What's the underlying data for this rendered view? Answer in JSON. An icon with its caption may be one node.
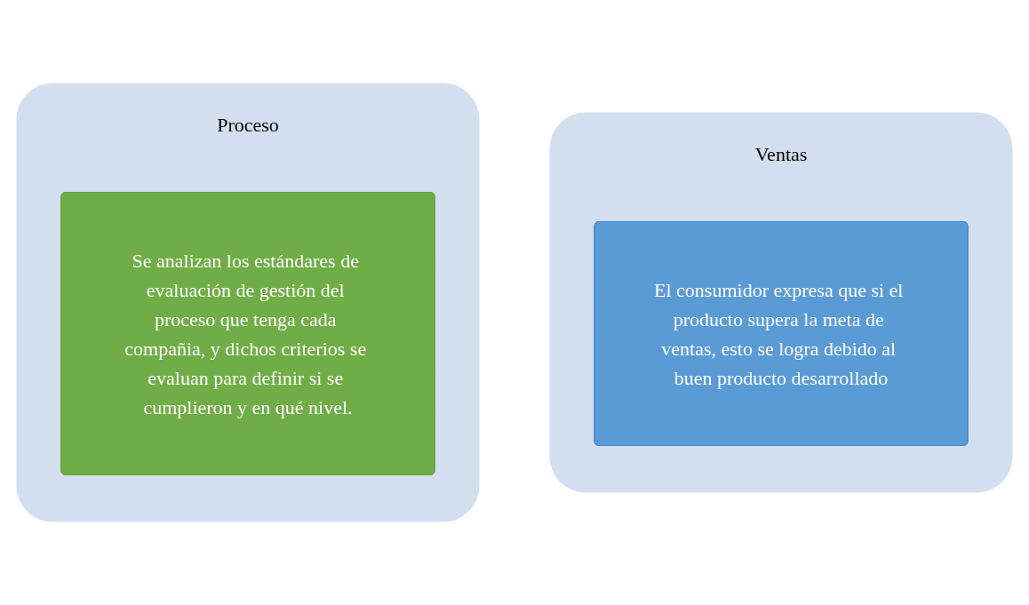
{
  "diagram": {
    "nodes": [
      {
        "text": [
          "Ventas"
        ]
      },
      {
        "text": [
          "El consumidor expresa que si el producto supera la meta de ventas, esto se logra debido al buen producto desarrollado"
        ],
        "in": 0
      },
      {
        "text": [
          "Proceso"
        ]
      },
      {
        "text": [
          "Se analizan los estándares de evaluación de gestión del proceso que tenga cada compañia, y dichos criterios se evaluan para definir si se cumplieron y en qué nivel."
        ],
        "in": 2
      }
    ]
  }
}
